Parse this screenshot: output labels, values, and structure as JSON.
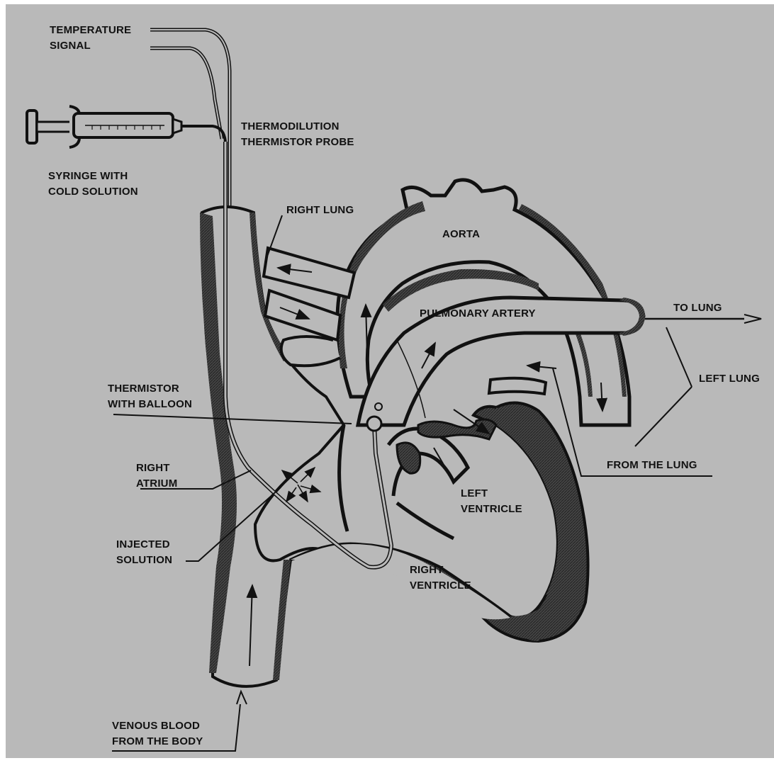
{
  "colors": {
    "background": "#b9b9b9",
    "outer": "#ffffff",
    "ink": "#111111",
    "wall": "#2a2a2a"
  },
  "labels": {
    "temperature_signal": [
      "TEMPERATURE",
      "SIGNAL"
    ],
    "thermodilution_probe": [
      "THERMODILUTION",
      "THERMISTOR PROBE"
    ],
    "syringe": [
      "SYRINGE WITH",
      "COLD SOLUTION"
    ],
    "right_lung": "RIGHT LUNG",
    "aorta": "AORTA",
    "pulmonary_artery": "PULMONARY ARTERY",
    "to_lung": "TO LUNG",
    "left_lung": "LEFT LUNG",
    "thermistor_balloon": [
      "THERMISTOR",
      "WITH BALLOON"
    ],
    "right_atrium": [
      "RIGHT",
      "ATRIUM"
    ],
    "from_the_lung": "FROM THE LUNG",
    "left_ventricle": [
      "LEFT",
      "VENTRICLE"
    ],
    "injected_solution": [
      "INJECTED",
      "SOLUTION"
    ],
    "right_ventricle": [
      "RIGHT",
      "VENTRICLE"
    ],
    "venous_blood": [
      "VENOUS BLOOD",
      "FROM THE BODY"
    ]
  }
}
